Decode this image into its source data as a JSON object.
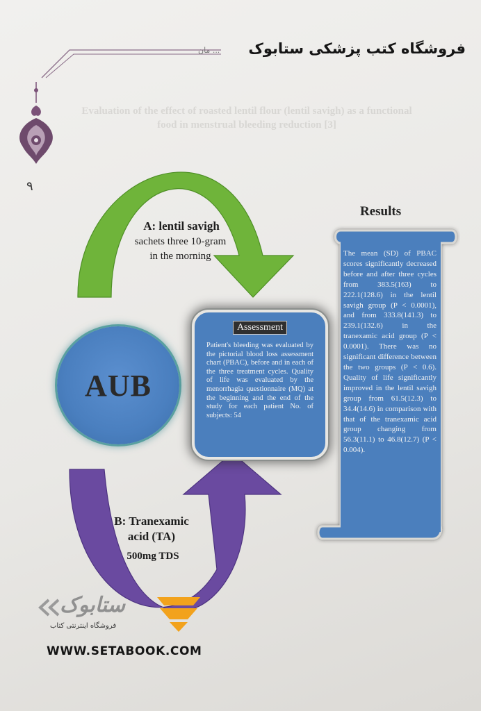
{
  "header": {
    "shop_title": "فروشگاه کتب پزشکی ستابوک",
    "faint_header": "... مان"
  },
  "page_number": "۹",
  "faint_title": "Evaluation of the effect of roasted lentil flour (lentil savigh) as a functional food in menstrual bleeding reduction [3]",
  "arm_a": {
    "title": "A: lentil savigh",
    "text": "sachets three 10-gram in the morning"
  },
  "center": {
    "label": "AUB"
  },
  "arm_b": {
    "title": "B: Tranexamic acid (TA)",
    "text": "500mg TDS"
  },
  "assessment": {
    "title": "Assessment",
    "text": "Patient's bleeding was evaluated by the pictorial blood loss assessment chart (PBAC), before and in each of the three treatment cycles. Quality of life was evaluated by the menorrhagia questionnaire (MQ) at the beginning and the end of the study for each patient No. of subjects: 54"
  },
  "results": {
    "heading": "Results",
    "text": "The mean (SD) of PBAC scores significantly decreased before and after three cycles from 383.5(163) to 222.1(128.6) in the lentil savigh group (P < 0.0001), and from 333.8(141.3) to 239.1(132.6) in the tranexamic acid group (P < 0.0001). There was no significant difference between the two groups (P < 0.6). Quality of life significantly improved in the lentil savigh group from 61.5(12.3) to 34.4(14.6) in comparison with that of the tranexamic acid group changing from 56.3(11.1) to 46.8(12.7) (P < 0.004)."
  },
  "watermark": {
    "logo_text": "ستابوک",
    "site_fa": "فروشگاه اینترنتی کتاب",
    "url": "WWW.SETABOOK.COM"
  },
  "colors": {
    "green_arrow": "#6fb43a",
    "purple_arrow": "#6a4aa0",
    "box_blue": "#4b7fbd",
    "logo_orange": "#f2a21c"
  }
}
